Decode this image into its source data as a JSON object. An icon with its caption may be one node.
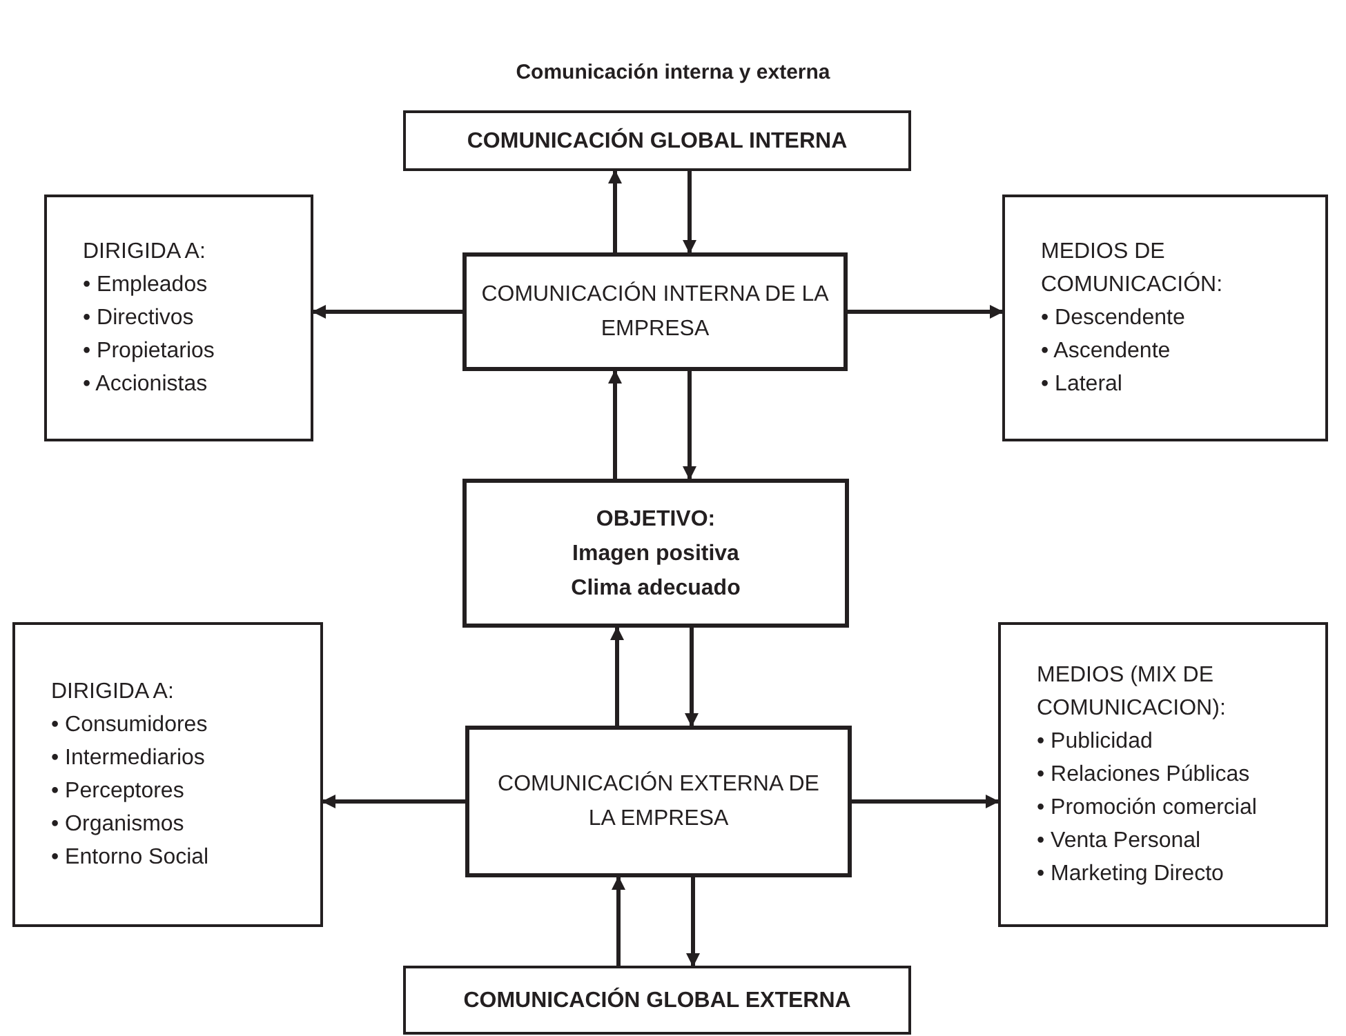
{
  "diagram": {
    "title": "Comunicación interna y externa",
    "nodes": [
      {
        "text": [
          "COMUNICACIÓN GLOBAL INTERNA"
        ]
      },
      {
        "text": [
          "DIRIGIDA A:",
          "• Empleados",
          "• Directivos",
          "• Propietarios",
          "• Accionistas"
        ]
      },
      {
        "text": [
          "COMUNICACIÓN INTERNA DE LA EMPRESA"
        ]
      },
      {
        "text": [
          "MEDIOS DE COMUNICACIÓN:",
          "• Descendente",
          "• Ascendente",
          "• Lateral"
        ]
      },
      {
        "text": [
          "OBJETIVO:",
          "Imagen positiva",
          "Clima adecuado"
        ]
      },
      {
        "text": [
          "DIRIGIDA A:",
          "• Consumidores",
          "• Intermediarios",
          "• Perceptores",
          "• Organismos",
          "• Entorno Social"
        ]
      },
      {
        "text": [
          "COMUNICACIÓN EXTERNA DE LA EMPRESA"
        ]
      },
      {
        "text": [
          "MEDIOS (MIX DE COMUNICACION):",
          "• Publicidad",
          "• Relaciones Públicas",
          "• Promoción comercial",
          "• Venta Personal",
          "• Marketing Directo"
        ]
      },
      {
        "text": [
          "COMUNICACIÓN GLOBAL EXTERNA"
        ]
      }
    ],
    "edges": [
      {
        "from": 2,
        "to": 0,
        "arrow": "to"
      },
      {
        "from": 0,
        "to": 2,
        "arrow": "to"
      },
      {
        "from": 2,
        "to": 1,
        "arrow": "to"
      },
      {
        "from": 2,
        "to": 3,
        "arrow": "to"
      },
      {
        "from": 4,
        "to": 2,
        "arrow": "to"
      },
      {
        "from": 2,
        "to": 4,
        "arrow": "to"
      },
      {
        "from": 6,
        "to": 4,
        "arrow": "to"
      },
      {
        "from": 4,
        "to": 6,
        "arrow": "to"
      },
      {
        "from": 6,
        "to": 5,
        "arrow": "to"
      },
      {
        "from": 6,
        "to": 7,
        "arrow": "to"
      },
      {
        "from": 8,
        "to": 6,
        "arrow": "to"
      },
      {
        "from": 6,
        "to": 8,
        "arrow": "to"
      }
    ]
  }
}
